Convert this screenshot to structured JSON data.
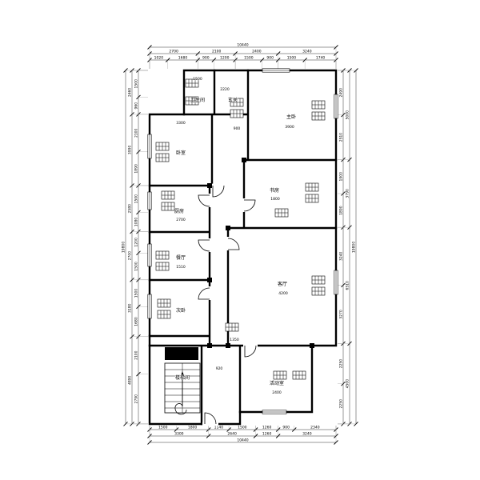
{
  "rooms": [
    {
      "label": "卫生间"
    },
    {
      "label": "玄关"
    },
    {
      "label": "卧室"
    },
    {
      "label": "主卧"
    },
    {
      "label": "书房"
    },
    {
      "label": "厨房"
    },
    {
      "label": "餐厅"
    },
    {
      "label": "次卧"
    },
    {
      "label": "客厅"
    },
    {
      "label": "活动室"
    },
    {
      "label": "楼梯间"
    }
  ],
  "dims": {
    "top_overall": "10440",
    "top_major": [
      "2700",
      "2100",
      "2400",
      "3240"
    ],
    "top_minor": [
      "1020",
      "1680",
      "900",
      "1200",
      "1500",
      "900",
      "1500",
      "1740"
    ],
    "bottom_overall": "10440",
    "bottom_major": [
      "3300",
      "2640",
      "1260",
      "3240"
    ],
    "bottom_minor": [
      "1500",
      "1800",
      "1140",
      "1500",
      "1260",
      "900",
      "2340"
    ],
    "left_overall": "19800",
    "left_major": [
      "2460",
      "3990",
      "2580",
      "2700",
      "3180",
      "4890"
    ],
    "left_minor": [
      "1500",
      "960",
      "2100",
      "1890",
      "1500",
      "1080",
      "1200",
      "1500",
      "1500",
      "1680",
      "2100",
      "2790"
    ],
    "right_overall": "19800",
    "right_major": [
      "5000",
      "3790",
      "6510",
      "4500"
    ],
    "right_minor": [
      "2490",
      "2510",
      "1900",
      "1890",
      "3240",
      "3270",
      "2250",
      "2250"
    ]
  },
  "interior_dims": [
    "1500",
    "2220",
    "900",
    "3300",
    "3900",
    "1800",
    "2700",
    "1510",
    "4200",
    "1350",
    "2400",
    "920"
  ],
  "colors": {
    "wall": "#000000",
    "dim_line": "#333333",
    "text": "#111111"
  }
}
